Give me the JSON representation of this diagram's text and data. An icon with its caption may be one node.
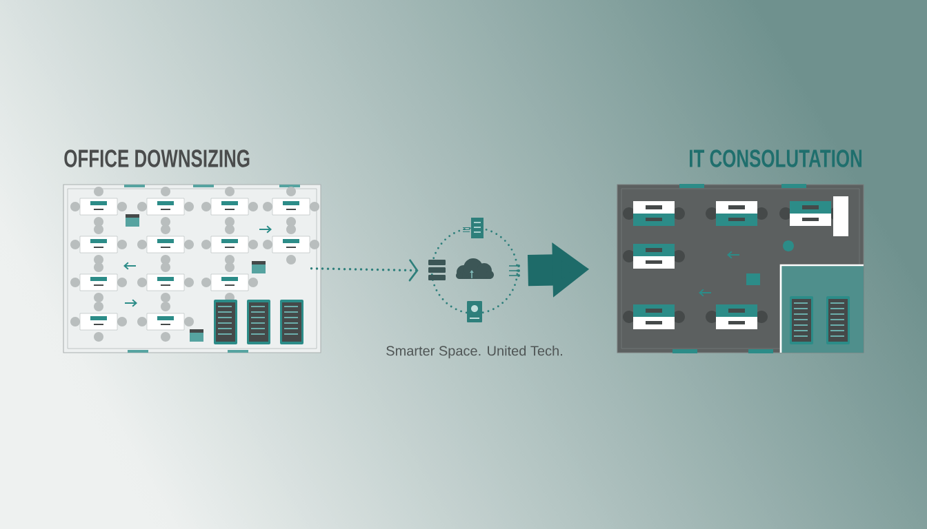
{
  "diagram": {
    "caption": "Smarter Space. United Tech.",
    "nodes": [
      {
        "text": [
          "OFFICE DOWNSIZING"
        ]
      },
      {
        "text": [],
        "shape": "circle"
      },
      {
        "text": [
          "IT CONSOLUTATION"
        ]
      }
    ],
    "edges": [
      {
        "from": 0,
        "to": 1,
        "arrow": "to",
        "style": "dashed"
      },
      {
        "from": 1,
        "to": 2,
        "arrow": "to",
        "style": "thick"
      }
    ]
  }
}
